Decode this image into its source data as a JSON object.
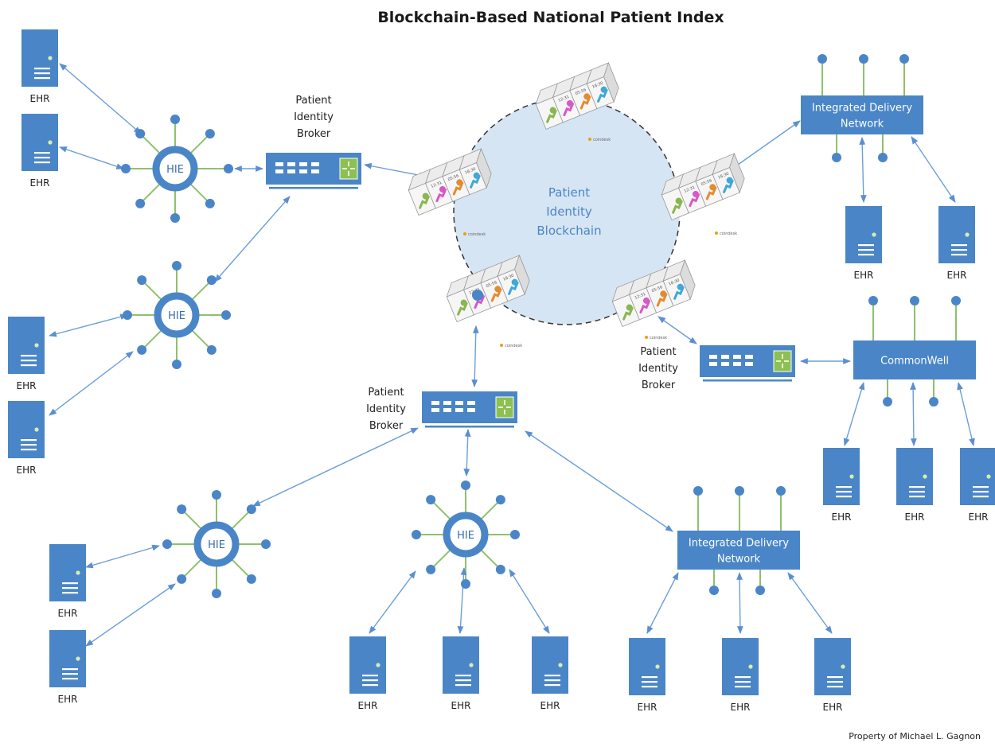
{
  "title": "Blockchain-Based National Patient Index",
  "blockchain_label": [
    "Patient",
    "Identity",
    "Blockchain"
  ],
  "broker_label": [
    "Patient",
    "Identity",
    "Broker"
  ],
  "hie_label": "HIE",
  "ehr_label": "EHR",
  "idn_label": [
    "Integrated Delivery",
    "Network"
  ],
  "commonwell_label": "CommonWell",
  "block_times": [
    "12:31",
    "05:56",
    "18:30"
  ],
  "coindesk_label": "coindesk",
  "credit": "Property of Michael L. Gagnon",
  "colors": {
    "node_blue": "#4a86c7",
    "line_blue": "#6a9fd8",
    "spoke_green": "#8fc16a",
    "blockchain_fill": "#d6e5f3",
    "broker_green": "#8cc152",
    "key_green": "#8ab64f",
    "key_pink": "#d957c9",
    "key_orange": "#e68a2e",
    "key_cyan": "#3fa8d6"
  }
}
